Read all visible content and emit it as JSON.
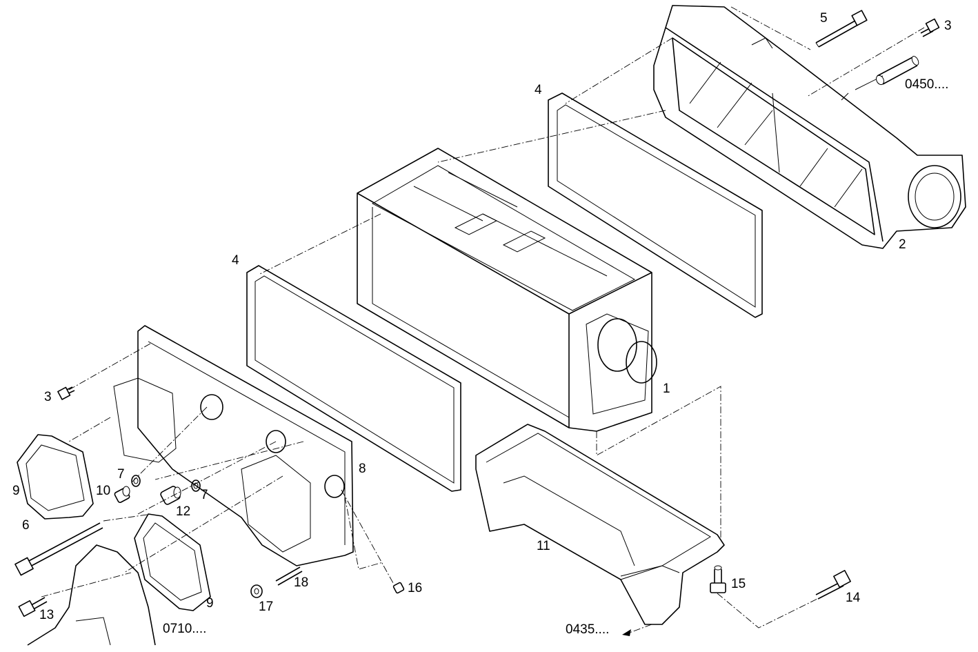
{
  "diagram": {
    "callouts": [
      {
        "id": "c5",
        "text": "5"
      },
      {
        "id": "c3a",
        "text": "3"
      },
      {
        "id": "c0450",
        "text": "0450...."
      },
      {
        "id": "c4a",
        "text": "4"
      },
      {
        "id": "c2",
        "text": "2"
      },
      {
        "id": "c4b",
        "text": "4"
      },
      {
        "id": "c1",
        "text": "1"
      },
      {
        "id": "c3b",
        "text": "3"
      },
      {
        "id": "c8",
        "text": "8"
      },
      {
        "id": "c9a",
        "text": "9"
      },
      {
        "id": "c7a",
        "text": "7"
      },
      {
        "id": "c10",
        "text": "10"
      },
      {
        "id": "c12",
        "text": "12"
      },
      {
        "id": "c7b",
        "text": "7"
      },
      {
        "id": "c6",
        "text": "6"
      },
      {
        "id": "c11",
        "text": "11"
      },
      {
        "id": "c15",
        "text": "15"
      },
      {
        "id": "c18",
        "text": "18"
      },
      {
        "id": "c16",
        "text": "16"
      },
      {
        "id": "c17",
        "text": "17"
      },
      {
        "id": "c9b",
        "text": "9"
      },
      {
        "id": "c13",
        "text": "13"
      },
      {
        "id": "c14",
        "text": "14"
      },
      {
        "id": "c0710",
        "text": "0710...."
      },
      {
        "id": "c0435",
        "text": "0435...."
      }
    ]
  }
}
